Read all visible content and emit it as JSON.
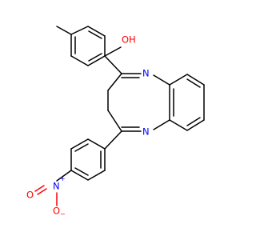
{
  "labels": {
    "oh": "OH",
    "n_upper": "N",
    "n_lower": "N",
    "nitro_n": "N",
    "nitro_n_charge": "+",
    "nitro_o_top": "O",
    "nitro_o_bottom": "O",
    "nitro_o_charge": "−"
  },
  "colors": {
    "carbon": "#000000",
    "nitrogen": "#0000ff",
    "oxygen": "#ff0000",
    "background": "#ffffff"
  }
}
